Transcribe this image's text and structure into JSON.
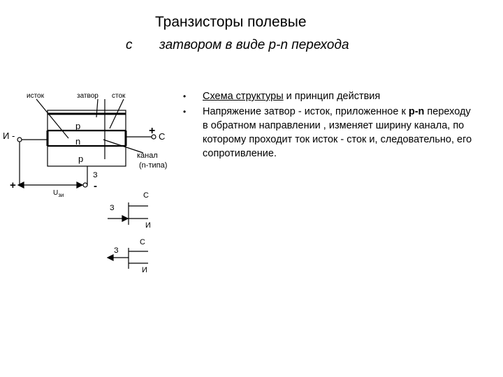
{
  "title": "Транзисторы  полевые",
  "subtitle_prefix": "с",
  "subtitle": "затвором в виде p-n перехода",
  "bullets": [
    {
      "underlined": "Схема структуры",
      "rest": " и принцип действия"
    },
    {
      "bold_lead": "Напряжение затвор - исток, приложенное к ",
      "bold": "p-n",
      "text": " переходу в обратном направлении , изменяет ширину канала, по которому проходит ток исток - сток и, следовательно, его сопротивление."
    }
  ],
  "diagram": {
    "label_source": "исток",
    "label_gate": "затвор",
    "label_drain": "сток",
    "layer_p_top": "p",
    "layer_n": "n",
    "layer_p_bottom": "p",
    "terminal_i": "И -",
    "terminal_c_plus": "+",
    "terminal_c": "С",
    "channel_label_1": "канал",
    "channel_label_2": "(n-типа)",
    "plus_left": "+",
    "u_label": "U",
    "u_sub": "зи",
    "gate_label": "З",
    "gate_minus": "-",
    "sym1_c": "С",
    "sym1_z": "З",
    "sym1_i": "И",
    "sym2_c": "С",
    "sym2_z": "З",
    "sym2_i": "И"
  }
}
